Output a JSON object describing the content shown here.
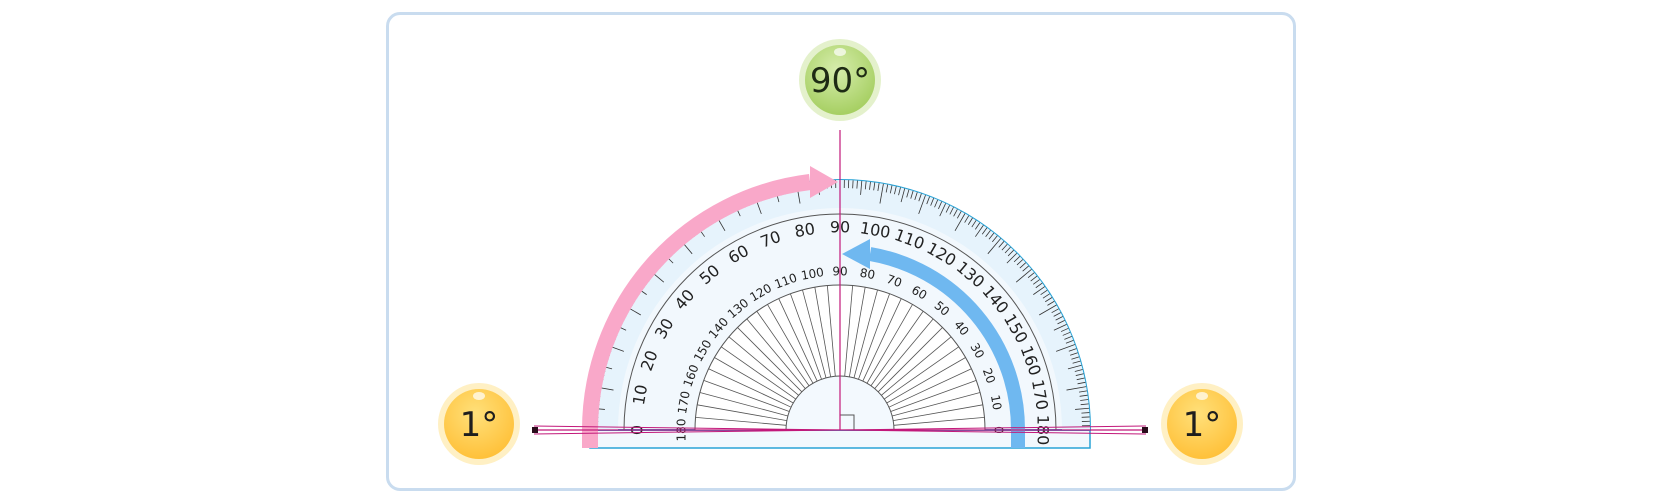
{
  "badges": {
    "top": {
      "label": "90°",
      "color": "#b8d97a"
    },
    "left": {
      "label": "1°",
      "color": "#ffc84a"
    },
    "right": {
      "label": "1°",
      "color": "#ffc84a"
    }
  },
  "protractor": {
    "outer_scale": [
      "0",
      "10",
      "20",
      "30",
      "40",
      "50",
      "60",
      "70",
      "80",
      "90",
      "100",
      "110",
      "120",
      "130",
      "140",
      "150",
      "160",
      "170",
      "180"
    ],
    "inner_scale": [
      "180",
      "170",
      "160",
      "150",
      "140",
      "130",
      "120",
      "110",
      "100",
      "90",
      "80",
      "70",
      "60",
      "50",
      "40",
      "30",
      "20",
      "10",
      "0"
    ],
    "edge_color": "#29a3d6",
    "fill_color": "#f2f8fd"
  },
  "arrows": {
    "clockwise_color": "#f9a8c9",
    "counterclockwise_color": "#6fb8f0"
  },
  "lines": {
    "color": "#c2187a"
  },
  "colors": {
    "frame": "#c9dcef"
  }
}
